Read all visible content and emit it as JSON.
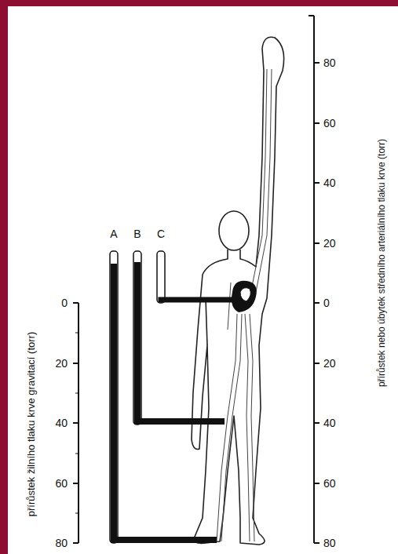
{
  "diagram": {
    "labels": [
      "A",
      "B",
      "C",
      "přírůstek žilního tlaku krve gravitací (torr)",
      "0",
      "20",
      "40",
      "60",
      "80",
      "přírůstek nebo úbytek středního arteriálního tlaku krve (torr)",
      "80",
      "60",
      "40",
      "20",
      "0",
      "20",
      "40",
      "60",
      "80"
    ]
  }
}
